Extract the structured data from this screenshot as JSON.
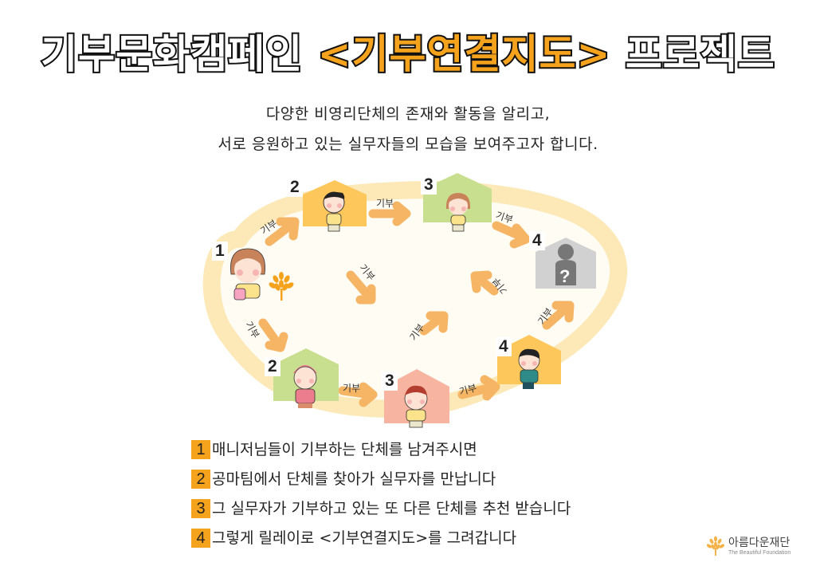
{
  "title": {
    "prefix": "기부문화캠페인",
    "highlight": "<기부연결지도>",
    "suffix": "프로젝트"
  },
  "subtitle": {
    "line1": "다양한 비영리단체의 존재와 활동을 알리고,",
    "line2": "서로 응원하고 있는 실무자들의 모습을 보여주고자 합니다."
  },
  "diagram": {
    "arrow_label": "기부",
    "nodes": [
      {
        "id": "start",
        "number": "1",
        "type": "donor",
        "house_color": null
      },
      {
        "id": "top-2",
        "number": "2",
        "type": "org",
        "house_color": "#fdc75b"
      },
      {
        "id": "top-3",
        "number": "3",
        "type": "org",
        "house_color": "#c8df8f"
      },
      {
        "id": "top-4",
        "number": "4",
        "type": "unknown",
        "house_color": "#d1d1d1"
      },
      {
        "id": "bottom-2",
        "number": "2",
        "type": "org",
        "house_color": "#c8df8f"
      },
      {
        "id": "bottom-3",
        "number": "3",
        "type": "org",
        "house_color": "#f7b4a0"
      },
      {
        "id": "bottom-4",
        "number": "4",
        "type": "org",
        "house_color": "#fdc75b"
      }
    ],
    "unknown_symbol": "?",
    "colors": {
      "arrow": "#f5b565",
      "path_ring": "#fde9b8",
      "path_fill": "#fffcf3",
      "accent": "#f5a21c"
    }
  },
  "steps": [
    {
      "number": "1",
      "text": "매니저님들이 기부하는 단체를 남겨주시면"
    },
    {
      "number": "2",
      "text": "공마팀에서 단체를 찾아가 실무자를 만납니다"
    },
    {
      "number": "3",
      "text": "그 실무자가 기부하고 있는 또 다른 단체를 추천 받습니다"
    },
    {
      "number": "4",
      "text": "그렇게 릴레이로 <기부연결지도>를 그려갑니다"
    }
  ],
  "logo": {
    "name": "아름다운재단",
    "sub": "The Beautiful Foundation"
  }
}
